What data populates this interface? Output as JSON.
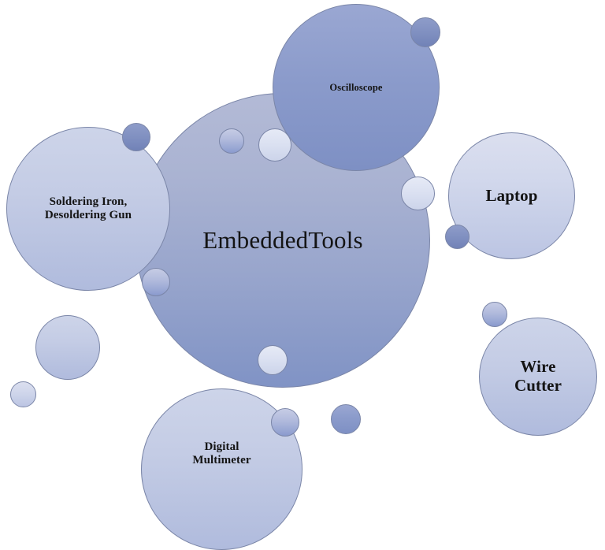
{
  "diagram": {
    "type": "bubble-cloud",
    "title": "EmbeddedTools",
    "background_color": "#ffffff",
    "palette": {
      "bubble_light": "#d2d8ec",
      "bubble_medium": "#b3bcdd",
      "bubble_main": "#98a5cc",
      "bubble_deep": "#8b9bcb",
      "outline": "#7b86a8",
      "text": "#141414"
    },
    "center": {
      "label": "EmbeddedTools"
    },
    "nodes": [
      {
        "label": "Oscilloscope"
      },
      {
        "label": "Soldering Iron,\nDesoldering Gun",
        "line1": "Soldering Iron,",
        "line2": "Desoldering Gun"
      },
      {
        "label": "Laptop"
      },
      {
        "label": "Wire Cutter",
        "line1": "Wire",
        "line2": "Cutter"
      },
      {
        "label": "Digital Multimeter",
        "line1": "Digital",
        "line2": "Multimeter"
      }
    ],
    "decorative_bubble_count": 13
  }
}
